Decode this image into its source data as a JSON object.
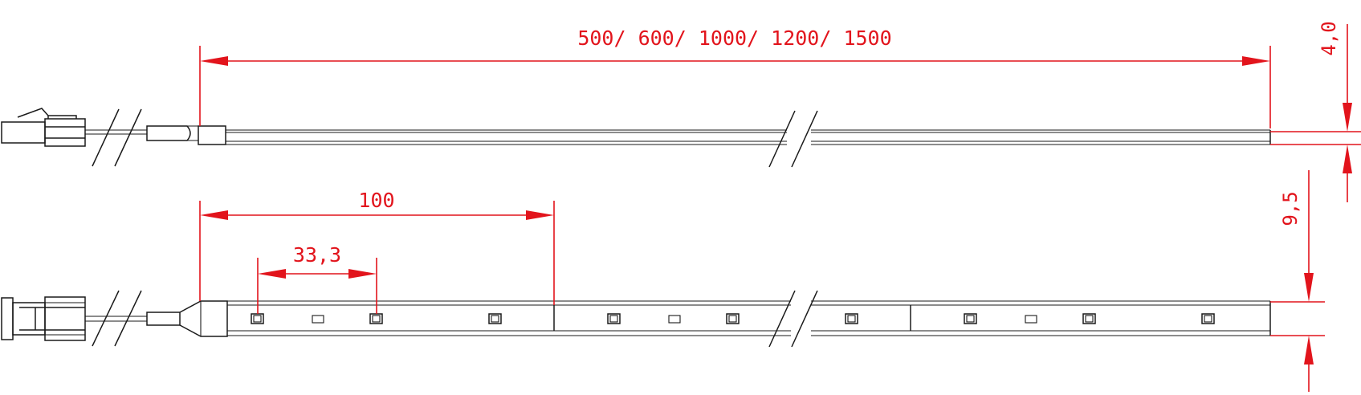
{
  "colors": {
    "dimension": "#e2141c",
    "outline": "#1a1a1a",
    "background": "#ffffff"
  },
  "dimensions": {
    "strip_lengths": "500/ 600/ 1000/ 1200/ 1500",
    "strip_height_top": "4,0",
    "segment_length": "100",
    "led_pitch": "33,3",
    "strip_height_bottom": "9,5"
  }
}
